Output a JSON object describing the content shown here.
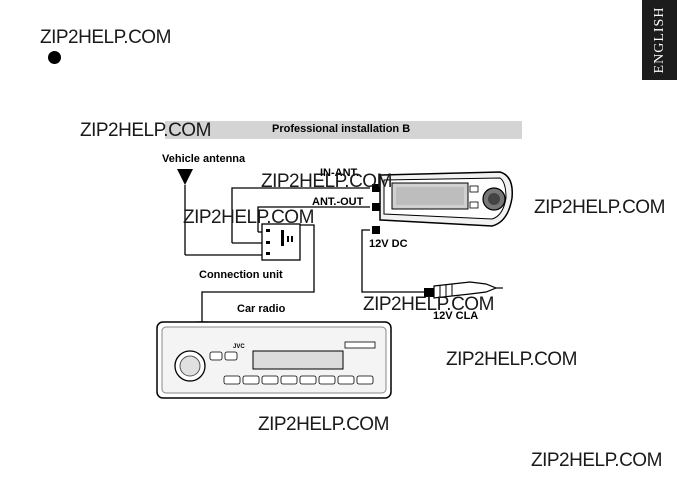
{
  "watermark": "ZIP2HELP.COM",
  "language_tab": "ENGLISH",
  "section_title": "Professional installation B",
  "labels": {
    "vehicle_antenna": "Vehicle antenna",
    "in_ant": "IN-ANT.",
    "ant_out": "ANT.-OUT",
    "dc_12v": "12V DC",
    "connection_unit": "Connection unit",
    "car_radio": "Car radio",
    "cla_12v": "12V CLA",
    "radio_brand": "JVC"
  }
}
